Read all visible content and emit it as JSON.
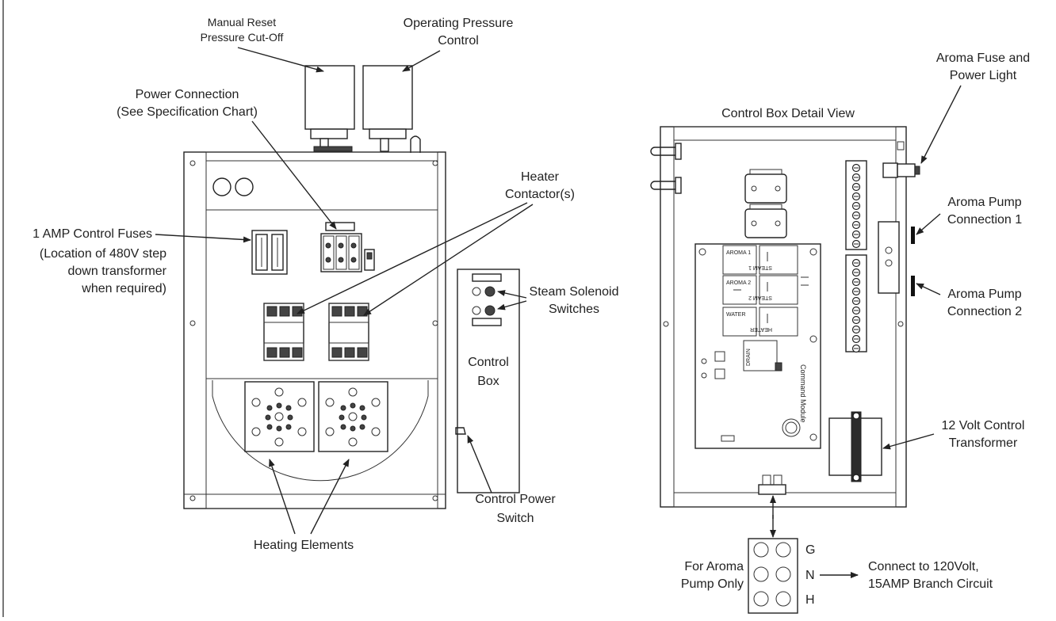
{
  "main_unit": {
    "labels": {
      "manual_reset_1": "Manual Reset",
      "manual_reset_2": "Pressure Cut-Off",
      "operating_pressure_1": "Operating Pressure",
      "operating_pressure_2": "Control",
      "power_connection_1": "Power Connection",
      "power_connection_2": "(See Specification Chart)",
      "heater_contactors_1": "Heater",
      "heater_contactors_2": "Contactor(s)",
      "control_fuses_1": "1 AMP Control Fuses",
      "control_fuses_2": "(Location of 480V step",
      "control_fuses_3": "down transformer",
      "control_fuses_4": "when required)",
      "steam_solenoid_1": "Steam Solenoid",
      "steam_solenoid_2": "Switches",
      "control_box_1": "Control",
      "control_box_2": "Box",
      "control_power_1": "Control Power",
      "control_power_2": "Switch",
      "heating_elements": "Heating Elements"
    }
  },
  "detail_view": {
    "labels": {
      "title": "Control Box Detail View",
      "aroma_fuse_1": "Aroma Fuse and",
      "aroma_fuse_2": "Power Light",
      "aroma_pump_conn1_1": "Aroma Pump",
      "aroma_pump_conn1_2": "Connection 1",
      "aroma_pump_conn2_1": "Aroma Pump",
      "aroma_pump_conn2_2": "Connection 2",
      "transformer_1": "12 Volt Control",
      "transformer_2": "Transformer",
      "for_aroma_1": "For Aroma",
      "for_aroma_2": "Pump Only",
      "pin_g": "G",
      "pin_n": "N",
      "pin_h": "H",
      "branch_1": "Connect to 120Volt,",
      "branch_2": "15AMP Branch Circuit"
    },
    "module_labels": {
      "aroma1": "AROMA 1",
      "aroma2": "AROMA 2",
      "water": "WATER",
      "steam1": "STEAM 1",
      "steam2": "STEAM 2",
      "heater": "HEATER",
      "drain": "DRAIN",
      "command_module": "Command Module"
    }
  }
}
